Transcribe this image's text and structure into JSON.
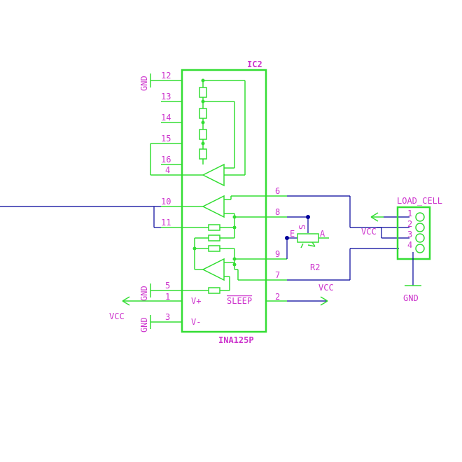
{
  "ic": {
    "ref": "IC2",
    "part": "INA125P",
    "pins_left": [
      "12",
      "13",
      "14",
      "15",
      "16",
      "4",
      "10",
      "11",
      "5",
      "1",
      "3"
    ],
    "pins_right": [
      "6",
      "8",
      "9",
      "7",
      "2"
    ],
    "internal_labels": {
      "vplus": "V+",
      "vminus": "V-",
      "sleep": "SLEEP"
    }
  },
  "power": {
    "gnd_labels": [
      "GND",
      "GND",
      "GND"
    ],
    "vcc_left": "VCC",
    "vcc_right": "VCC",
    "vcc_connector": "VCC",
    "gnd_connector": "GND"
  },
  "trimmer": {
    "ref": "R2",
    "pin_e": "E",
    "pin_s": "S",
    "pin_a": "A"
  },
  "connector": {
    "name": "LOAD_CELL",
    "pins": [
      "1",
      "2",
      "3",
      "4"
    ]
  },
  "colors": {
    "net_green": "#33dd33",
    "wire_blue": "#000099",
    "label_magenta": "#cc33cc"
  }
}
